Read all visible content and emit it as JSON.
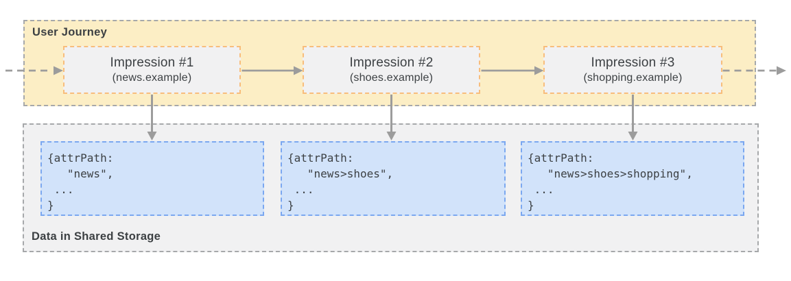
{
  "user_journey": {
    "label": "User Journey",
    "impressions": [
      {
        "title": "Impression #1",
        "subtitle": "(news.example)"
      },
      {
        "title": "Impression #2",
        "subtitle": "(shoes.example)"
      },
      {
        "title": "Impression #3",
        "subtitle": "(shopping.example)"
      }
    ]
  },
  "shared_storage": {
    "label": "Data in Shared Storage",
    "entries": [
      {
        "code": "{attrPath:\n   \"news\",\n ...\n}"
      },
      {
        "code": "{attrPath:\n   \"news>shoes\",\n ...\n}"
      },
      {
        "code": "{attrPath:\n   \"news>shoes>shopping\",\n ...\n}"
      }
    ]
  },
  "colors": {
    "journey_fill": "#fceec5",
    "journey_border": "#a6a8aa",
    "impression_fill": "#f1f1f2",
    "impression_border": "#f8bd7b",
    "storage_fill": "#f1f1f2",
    "storage_border": "#a6a8aa",
    "code_fill": "#d2e3fa",
    "code_border": "#7aa7f0",
    "arrow": "#9c9c9c",
    "text": "#3c4043"
  }
}
